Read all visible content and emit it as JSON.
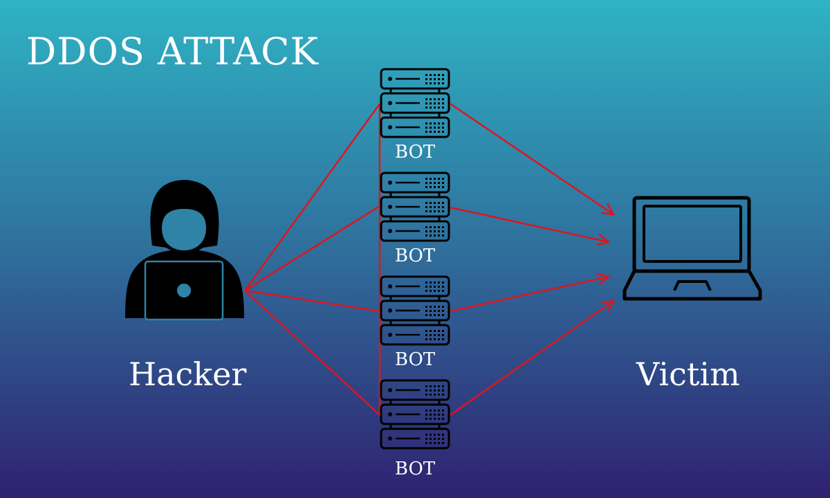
{
  "title": "DDOS ATTACK",
  "nodes": {
    "hacker": {
      "label": "Hacker",
      "icon": "hacker-icon"
    },
    "victim": {
      "label": "Victim",
      "icon": "laptop-icon"
    },
    "bots": [
      {
        "label": "BOT",
        "icon": "server-rack-icon"
      },
      {
        "label": "BOT",
        "icon": "server-rack-icon"
      },
      {
        "label": "BOT",
        "icon": "server-rack-icon"
      },
      {
        "label": "BOT",
        "icon": "server-rack-icon"
      }
    ]
  },
  "edges": [
    {
      "from": "hacker",
      "to": "bot-1"
    },
    {
      "from": "hacker",
      "to": "bot-2"
    },
    {
      "from": "hacker",
      "to": "bot-3"
    },
    {
      "from": "hacker",
      "to": "bot-4"
    },
    {
      "from": "bot-1",
      "to": "victim"
    },
    {
      "from": "bot-2",
      "to": "victim"
    },
    {
      "from": "bot-3",
      "to": "victim"
    },
    {
      "from": "bot-4",
      "to": "victim"
    }
  ],
  "colors": {
    "background_top": "#2fb3c4",
    "background_mid": "#2f6f9c",
    "background_bottom": "#2f2170",
    "arrow": "#e0141e",
    "text": "#ffffff",
    "icon": "#000000"
  }
}
